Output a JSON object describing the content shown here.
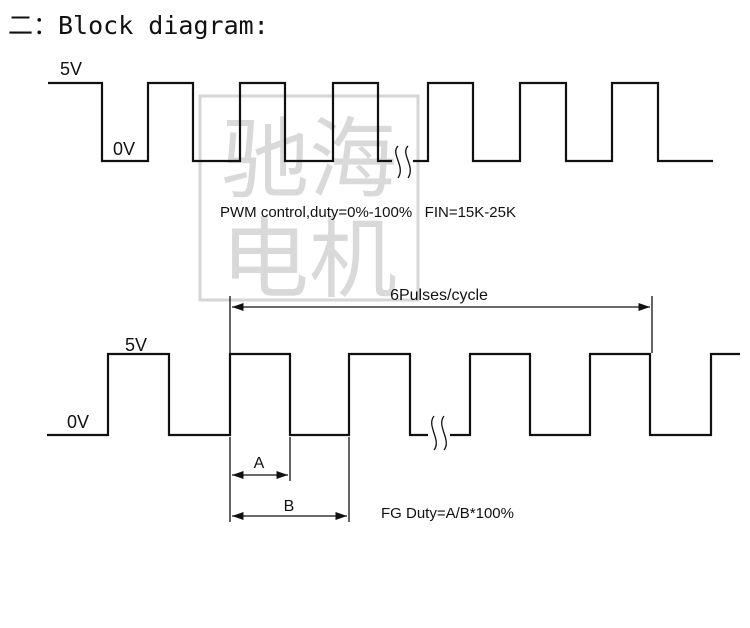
{
  "heading": "二：Block diagram:",
  "watermark": {
    "text_top": "驰海",
    "text_bottom": "电机"
  },
  "pwm": {
    "high_label": "5V",
    "low_label": "0V",
    "caption": "PWM control,duty=0%-100%   FIN=15K-25K"
  },
  "fg": {
    "high_label": "5V",
    "low_label": "0V",
    "span_label": "6Pulses/cycle",
    "a_label": "A",
    "b_label": "B",
    "duty_caption": "FG Duty=A/B*100%"
  }
}
